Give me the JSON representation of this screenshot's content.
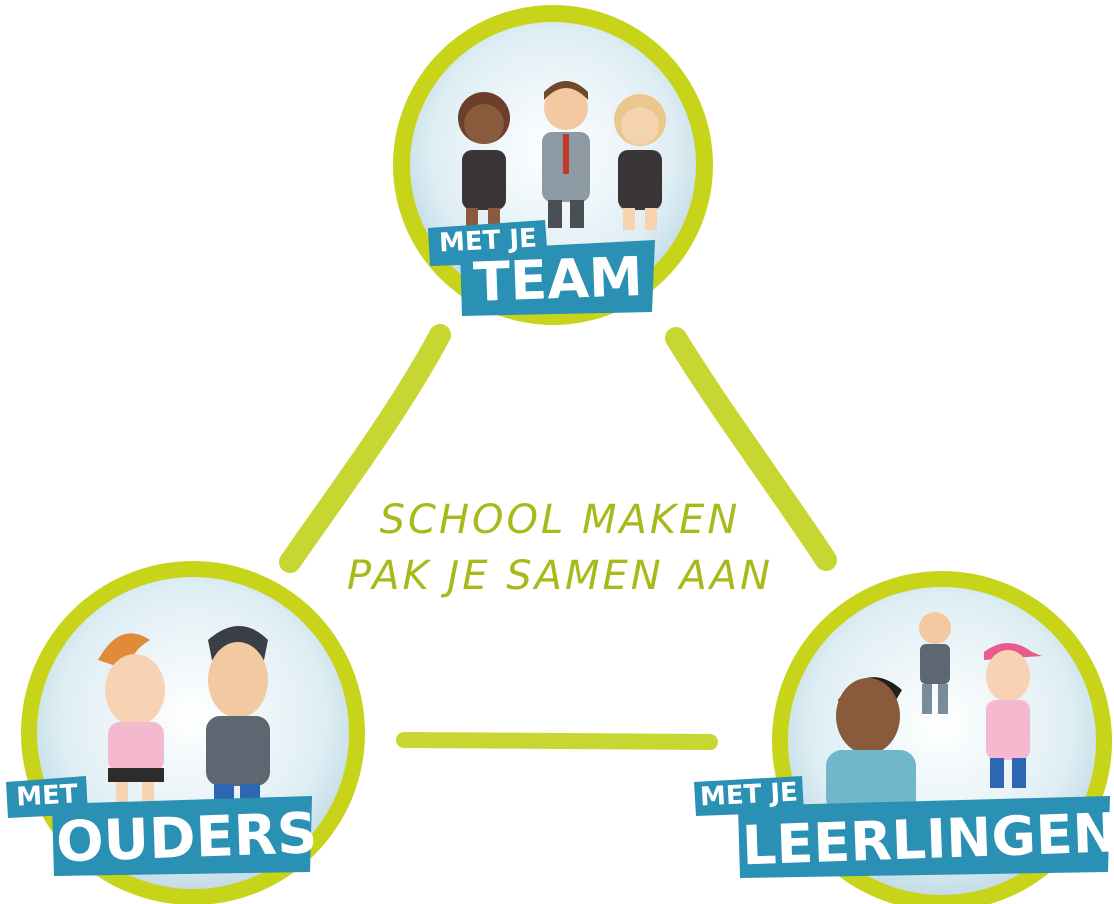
{
  "center": {
    "line1": "SCHOOL MAKEN",
    "line2": "PAK JE SAMEN AAN"
  },
  "nodes": {
    "team": {
      "small": "MET JE",
      "big": "TEAM"
    },
    "ouders": {
      "small": "MET",
      "big": "OUDERS"
    },
    "leerlingen": {
      "small": "MET JE",
      "big": "LEERLINGEN"
    }
  },
  "colors": {
    "ring": "#c8d41a",
    "connector": "#c2d11b",
    "badge": "#2a90b4",
    "text_accent": "#a8b91a",
    "circle_inner": "#dfeef4"
  }
}
